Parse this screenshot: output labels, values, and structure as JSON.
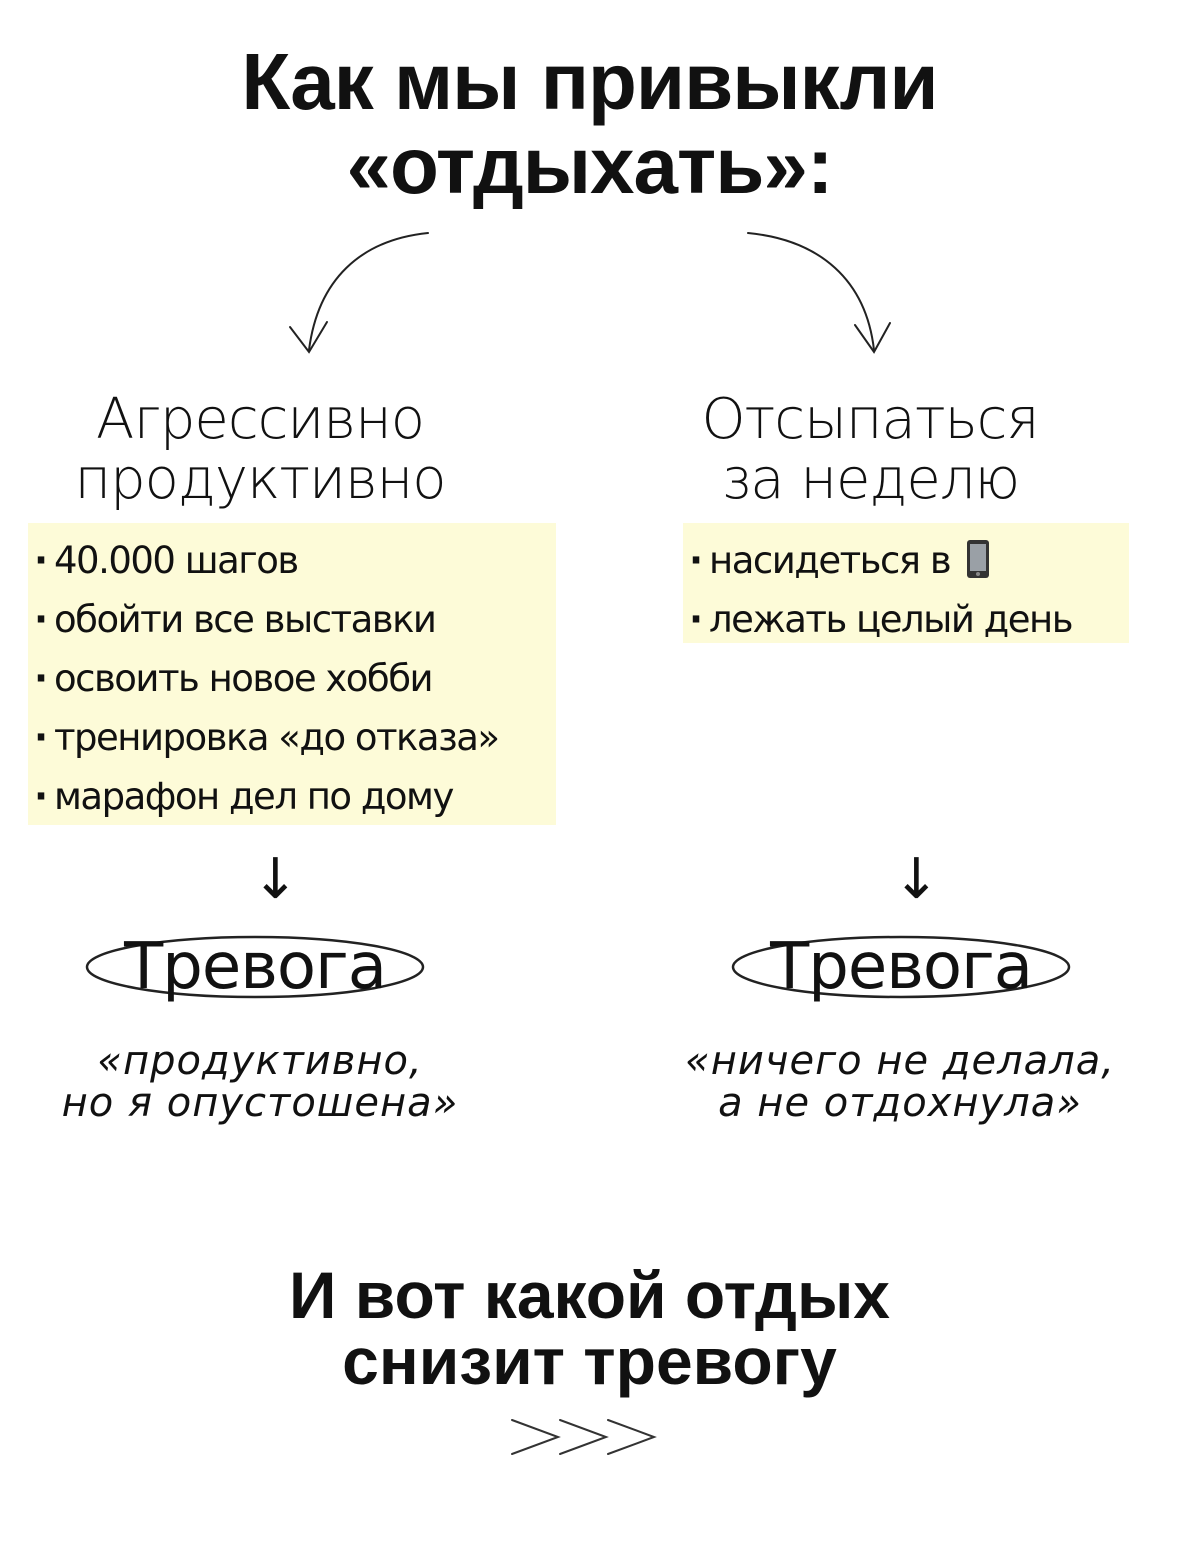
{
  "title": {
    "line1": "Как мы привыкли",
    "line2": "«отдыхать»:"
  },
  "left": {
    "heading_line1": "Агрессивно",
    "heading_line2": "продуктивно",
    "items": [
      "40.000 шагов",
      "обойти все выставки",
      "освоить новое хобби",
      "тренировка «до отказа»",
      "марафон дел по дому"
    ],
    "result": "Тревога",
    "quote_line1": "«продуктивно,",
    "quote_line2": "но я опустошена»"
  },
  "right": {
    "heading_line1": "Отсыпаться",
    "heading_line2": "за неделю",
    "items": [
      "насидеться в",
      "лежать целый день"
    ],
    "phone_icon": "mobile-phone-icon",
    "result": "Тревога",
    "quote_line1": "«ничего не делала,",
    "quote_line2": "а не отдохнула»"
  },
  "bottom": {
    "line1": "И вот какой отдых",
    "line2": "снизит тревогу",
    "chevrons": ">>>"
  },
  "colors": {
    "highlight": "#fdfbd8",
    "text": "#111111",
    "background": "#ffffff"
  }
}
